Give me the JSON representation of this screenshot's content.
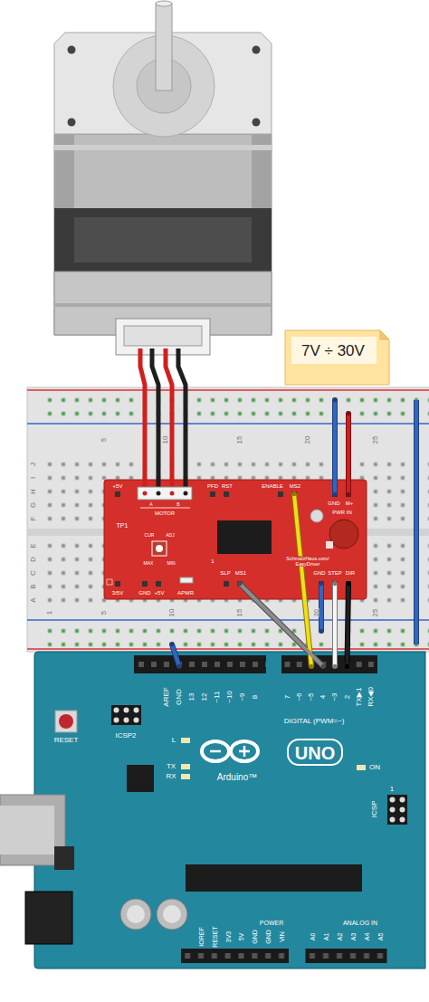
{
  "diagram": {
    "nodes": [
      {
        "text": [
          "7V ÷ 30V"
        ]
      },
      {
        "text": [
          "5",
          "10",
          "15",
          "20",
          "25",
          "J",
          "I",
          "H",
          "G",
          "F",
          "E",
          "D",
          "C",
          "B",
          "A",
          "1",
          "5",
          "10",
          "15",
          "20",
          "25"
        ]
      },
      {
        "text": [
          "+5V",
          "A",
          "B",
          "MOTOR",
          "PFD",
          "RST",
          "ENABLE",
          "MS2",
          "GND",
          "M+",
          "PWR IN",
          "TP1",
          "CUR",
          "ADJ",
          "MAX",
          "MIN",
          "1",
          "SchmalzHaus.com/ EasyDriver",
          "SLP",
          "MS1",
          "GND",
          "STEP",
          "DIR",
          "3/5V",
          "GND",
          "+5V",
          "APWR"
        ],
        "in": 1
      },
      {
        "text": [
          "RESET",
          "ICSP2",
          "AREF",
          "GND",
          "13",
          "12",
          "~11",
          "~10",
          "~9",
          "8",
          "7",
          "~6",
          "~5",
          "4",
          "~3",
          "2",
          "TX▶1",
          "RX◀0",
          "DIGITAL (PWM=~)",
          "L",
          "TX",
          "RX",
          "UNO",
          "Arduino™",
          "ON",
          "ICSP",
          "1",
          "IOREF",
          "RESET",
          "3V3",
          "5V",
          "GND",
          "GND",
          "VIN",
          "POWER",
          "A0",
          "A1",
          "A2",
          "A3",
          "A4",
          "A5",
          "ANALOG IN"
        ]
      }
    ],
    "edges": [
      {
        "from": 2,
        "to": 3,
        "arrow": "none"
      },
      {
        "from": 2,
        "to": 3,
        "arrow": "none"
      },
      {
        "from": 2,
        "to": 3,
        "arrow": "none"
      },
      {
        "from": 2,
        "to": 3,
        "arrow": "none"
      },
      {
        "from": 1,
        "to": 3,
        "arrow": "none"
      },
      {
        "from": 1,
        "to": 2,
        "arrow": "none"
      },
      {
        "from": 1,
        "to": 2,
        "arrow": "none"
      },
      {
        "from": 2,
        "to": 1,
        "arrow": "none"
      }
    ]
  }
}
